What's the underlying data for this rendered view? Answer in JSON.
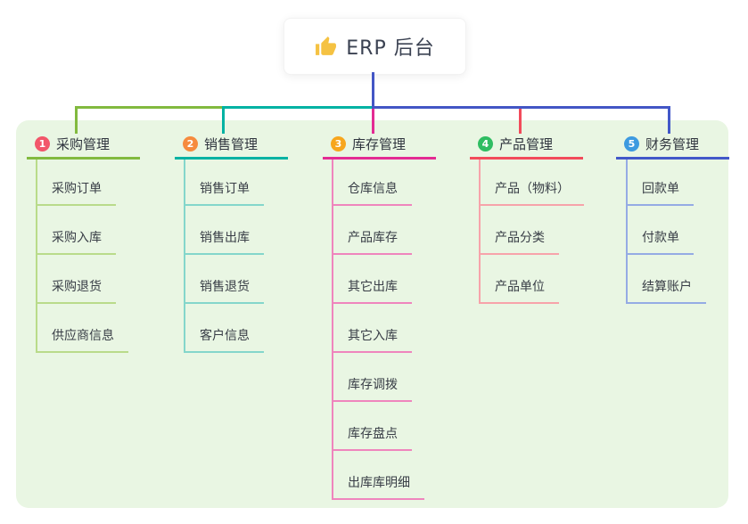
{
  "colors": {
    "panel_bg": "#e9f6e3",
    "connector_blue": "#4356c5",
    "root_text": "#3b4252"
  },
  "root": {
    "title": "ERP 后台",
    "icon": "thumbs-up-icon",
    "icon_color": "#f5c242"
  },
  "branches": [
    {
      "num": "1",
      "label": "采购管理",
      "badge_color": "#f2566a",
      "line_color": "#82ba3f",
      "sub_line_color": "#b9db8a",
      "children": [
        "采购订单",
        "采购入库",
        "采购退货",
        "供应商信息"
      ]
    },
    {
      "num": "2",
      "label": "销售管理",
      "badge_color": "#f68b3e",
      "line_color": "#00b2a3",
      "sub_line_color": "#84d6cb",
      "children": [
        "销售订单",
        "销售出库",
        "销售退货",
        "客户信息"
      ]
    },
    {
      "num": "3",
      "label": "库存管理",
      "badge_color": "#f7a61d",
      "line_color": "#e32b93",
      "sub_line_color": "#ef85bd",
      "children": [
        "仓库信息",
        "产品库存",
        "其它出库",
        "其它入库",
        "库存调拨",
        "库存盘点",
        "出库库明细"
      ]
    },
    {
      "num": "4",
      "label": "产品管理",
      "badge_color": "#2fbd62",
      "line_color": "#f24b5b",
      "sub_line_color": "#f7a3aa",
      "children": [
        "产品（物料）",
        "产品分类",
        "产品单位"
      ]
    },
    {
      "num": "5",
      "label": "财务管理",
      "badge_color": "#3d9ae0",
      "line_color": "#4258c9",
      "sub_line_color": "#95abe4",
      "children": [
        "回款单",
        "付款单",
        "结算账户"
      ]
    }
  ]
}
